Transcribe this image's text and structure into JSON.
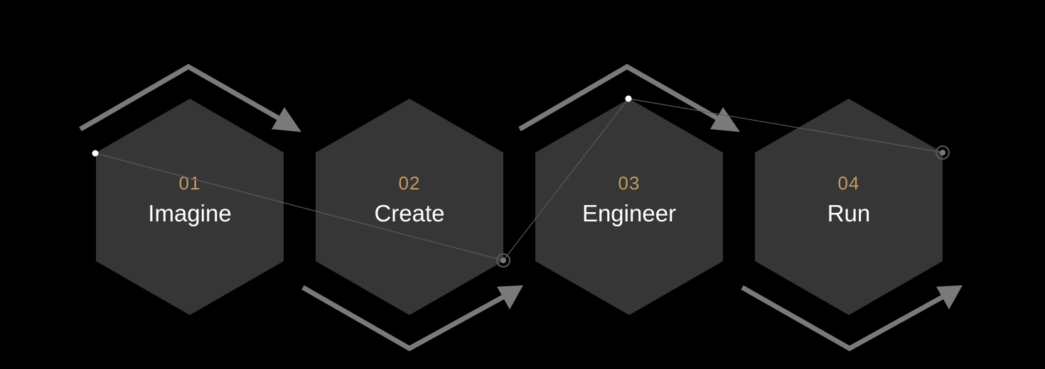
{
  "colors": {
    "background": "#000000",
    "hexagon": "#363636",
    "arrow": "#7a7a7a",
    "connector_line": "#5a5a5a",
    "number_accent": "#c49a63",
    "title_text": "#ffffff",
    "node_dot": "#ffffff"
  },
  "steps": [
    {
      "number": "01",
      "title": "Imagine"
    },
    {
      "number": "02",
      "title": "Create"
    },
    {
      "number": "03",
      "title": "Engineer"
    },
    {
      "number": "04",
      "title": "Run"
    }
  ]
}
